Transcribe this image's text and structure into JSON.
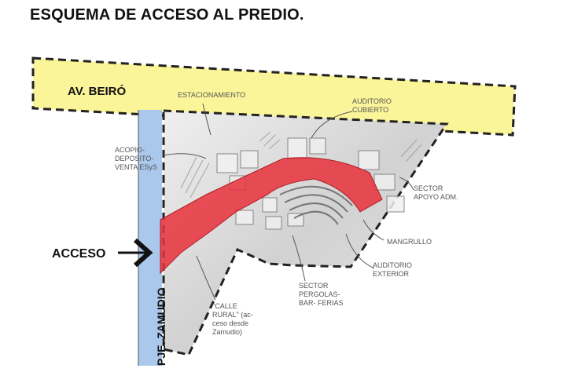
{
  "title": "ESQUEMA DE ACCESO AL PREDIO.",
  "roads": {
    "avenue": "AV. BEIRÓ",
    "passage": "PJE. ZAMUDIO"
  },
  "access_label": "ACCESO",
  "labels": {
    "estacionamiento": "ESTACIONAMIENTO",
    "auditorio_cubierto": [
      "AUDITORIO",
      "CUBIERTO"
    ],
    "acopio": [
      "ACOPIO-",
      "DEPOSITO-",
      "VENTA ESyS"
    ],
    "sector_apoyo": [
      "SECTOR",
      "APOYO ADM."
    ],
    "mangrullo": "MANGRULLO",
    "auditorio_exterior": [
      "AUDITORIO",
      "EXTERIOR"
    ],
    "sector_pergolas": [
      "SECTOR",
      "PERGOLAS-",
      "BAR- FERIAS"
    ],
    "calle_rural": [
      "\"CALLE",
      "RURAL\" (ac-",
      "ceso desde",
      "Zamudio)"
    ]
  },
  "colors": {
    "avenue": "#fbf59a",
    "passage": "#a9c8ec",
    "route": "#e8313b",
    "site": "#d6d6d6"
  }
}
